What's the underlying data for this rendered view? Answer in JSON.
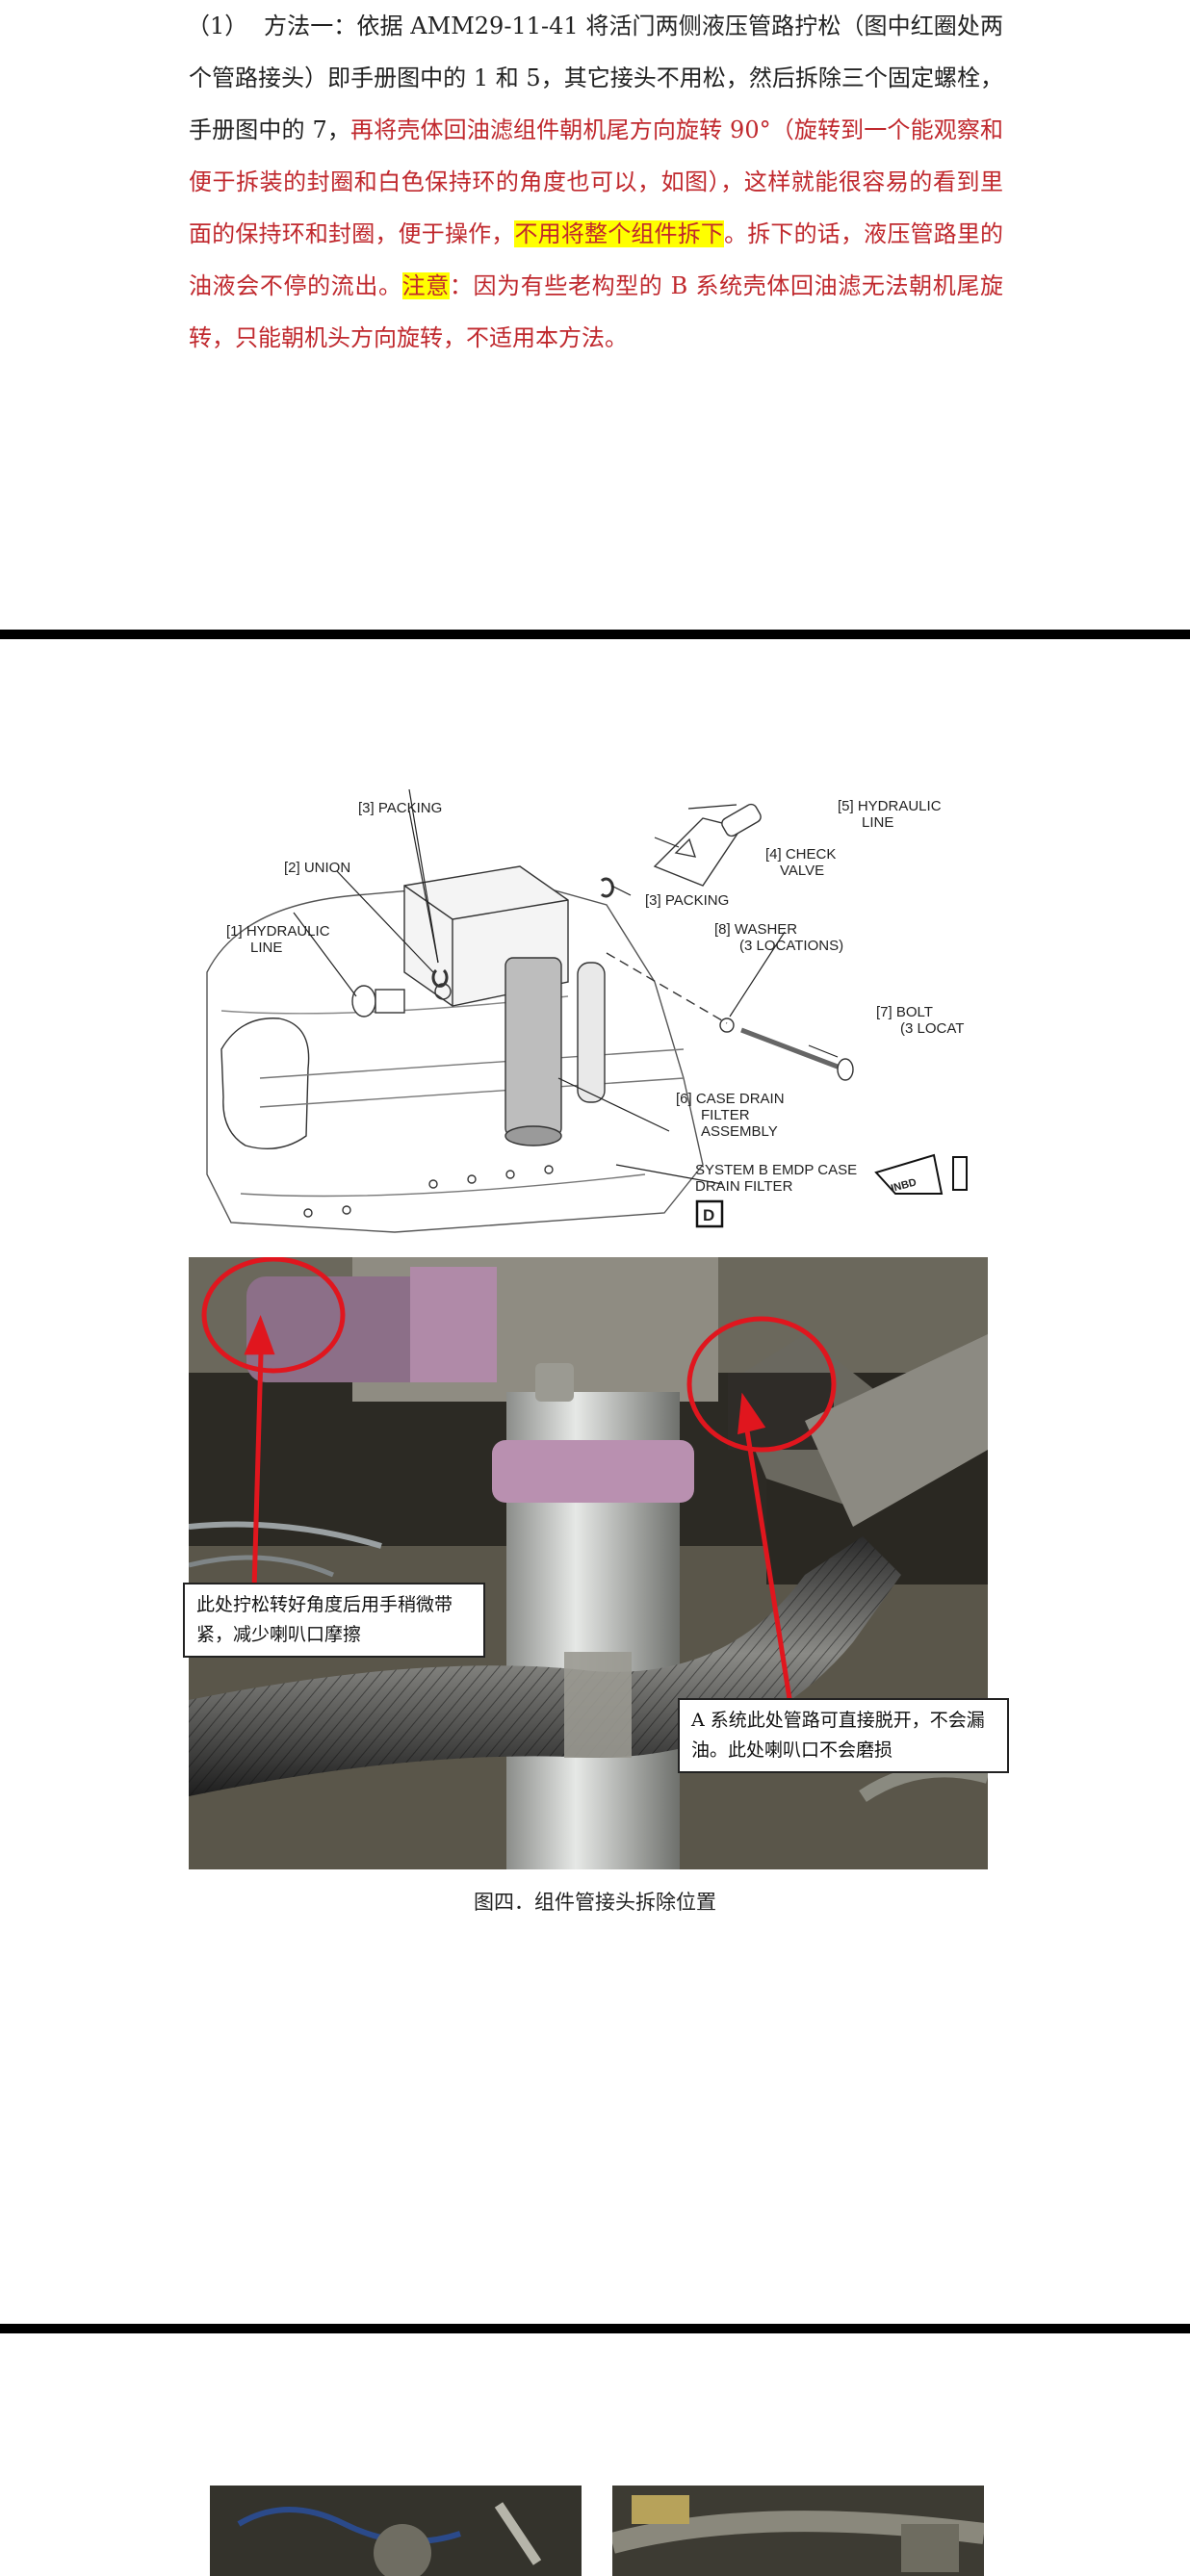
{
  "paragraph": {
    "number": "（1）",
    "segments": [
      {
        "text": "方法一：依据 AMM29-11-41 将活门两侧液压管路拧松（图中红圈处两个管路接头）即手册图中的 1 和 5，其它接头不用松，然后拆除三个固定螺栓，手册图中的 7，",
        "style": "black"
      },
      {
        "text": "再将壳体回油滤组件朝机尾方向旋转 90°（旋转到一个能观察和便于拆装的封圈和白色保持环的角度也可以，如图），这样就能很容易的看到里面的保持环和封圈，便于操作，",
        "style": "red"
      },
      {
        "text": "不用将整个组件拆下",
        "style": "highlight"
      },
      {
        "text": "。拆下的话，液压管路里的油液会不停的流出。",
        "style": "red"
      },
      {
        "text": "注意",
        "style": "highlight"
      },
      {
        "text": "：因为有些老构型的 B 系统壳体回油滤无法朝机尾旋转，只能朝机头方向旋转，不适用本方法。",
        "style": "red"
      }
    ]
  },
  "diagram": {
    "labels": {
      "packing_top": "[3] PACKING",
      "hydraulic_line_5a": "[5] HYDRAULIC",
      "hydraulic_line_5b": "LINE",
      "check_valve_a": "[4] CHECK",
      "check_valve_b": "VALVE",
      "union": "[2] UNION",
      "packing_right": "[3] PACKING",
      "hydraulic_line_1a": "[1] HYDRAULIC",
      "hydraulic_line_1b": "LINE",
      "washer_a": "[8] WASHER",
      "washer_b": "(3 LOCATIONS)",
      "bolt_a": "[7] BOLT",
      "bolt_b": "(3 LOCAT",
      "case_drain_a": "[6] CASE DRAIN",
      "case_drain_b": "FILTER",
      "case_drain_c": "ASSEMBLY",
      "system_b_a": "SYSTEM B EMDP CASE",
      "system_b_b": "DRAIN FILTER",
      "view_letter": "D",
      "inbd": "INBD"
    }
  },
  "photo": {
    "callout_left": "此处拧松转好角度后用手稍微带紧，减少喇叭口摩擦",
    "callout_right": "A 系统此处管路可直接脱开，不会漏油。此处喇叭口不会磨损"
  },
  "caption": "图四．组件管接头拆除位置",
  "colors": {
    "red_text": "#c0282d",
    "highlight": "#ffff00",
    "annotation_red": "#e0161e"
  }
}
